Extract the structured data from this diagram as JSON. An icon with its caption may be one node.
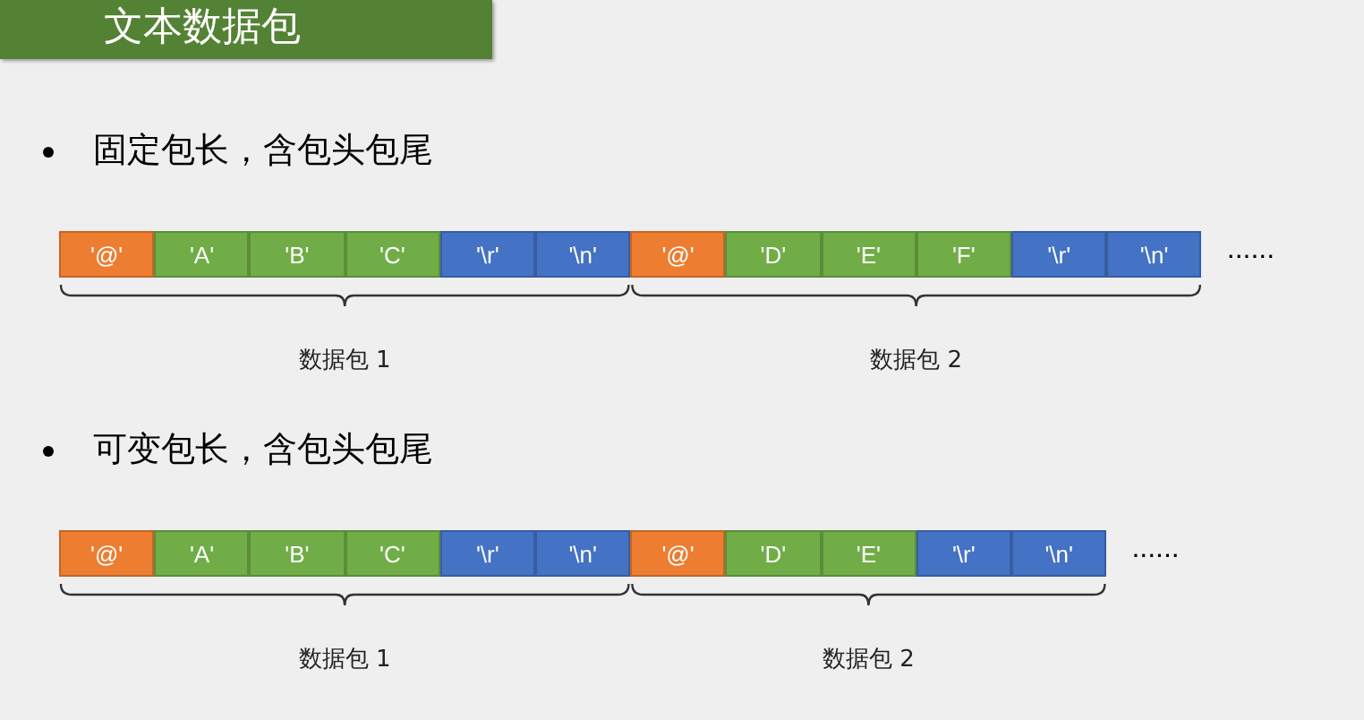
{
  "diagram": {
    "title": "文本数据包",
    "nodes": [
      {
        "text": [
          "'@'"
        ]
      },
      {
        "text": [
          "'A'"
        ]
      },
      {
        "text": [
          "'B'"
        ]
      },
      {
        "text": [
          "'C'"
        ]
      },
      {
        "text": [
          "'\\r'"
        ]
      },
      {
        "text": [
          "'\\n'"
        ]
      },
      {
        "text": [
          "'@'"
        ]
      },
      {
        "text": [
          "'D'"
        ]
      },
      {
        "text": [
          "'E'"
        ]
      },
      {
        "text": [
          "'F'"
        ]
      },
      {
        "text": [
          "'\\r'"
        ]
      },
      {
        "text": [
          "'\\n'"
        ]
      },
      {
        "text": [
          "'@'"
        ]
      },
      {
        "text": [
          "'A'"
        ]
      },
      {
        "text": [
          "'B'"
        ]
      },
      {
        "text": [
          "'C'"
        ]
      },
      {
        "text": [
          "'\\r'"
        ]
      },
      {
        "text": [
          "'\\n'"
        ]
      },
      {
        "text": [
          "'@'"
        ]
      },
      {
        "text": [
          "'D'"
        ]
      },
      {
        "text": [
          "'E'"
        ]
      },
      {
        "text": [
          "'\\r'"
        ]
      },
      {
        "text": [
          "'\\n'"
        ]
      }
    ],
    "labels": [
      "固定包长，含包头包尾",
      "......",
      "数据包 1",
      "数据包 2",
      "可变包长，含包头包尾",
      "......",
      "数据包 1",
      "数据包 2"
    ]
  }
}
